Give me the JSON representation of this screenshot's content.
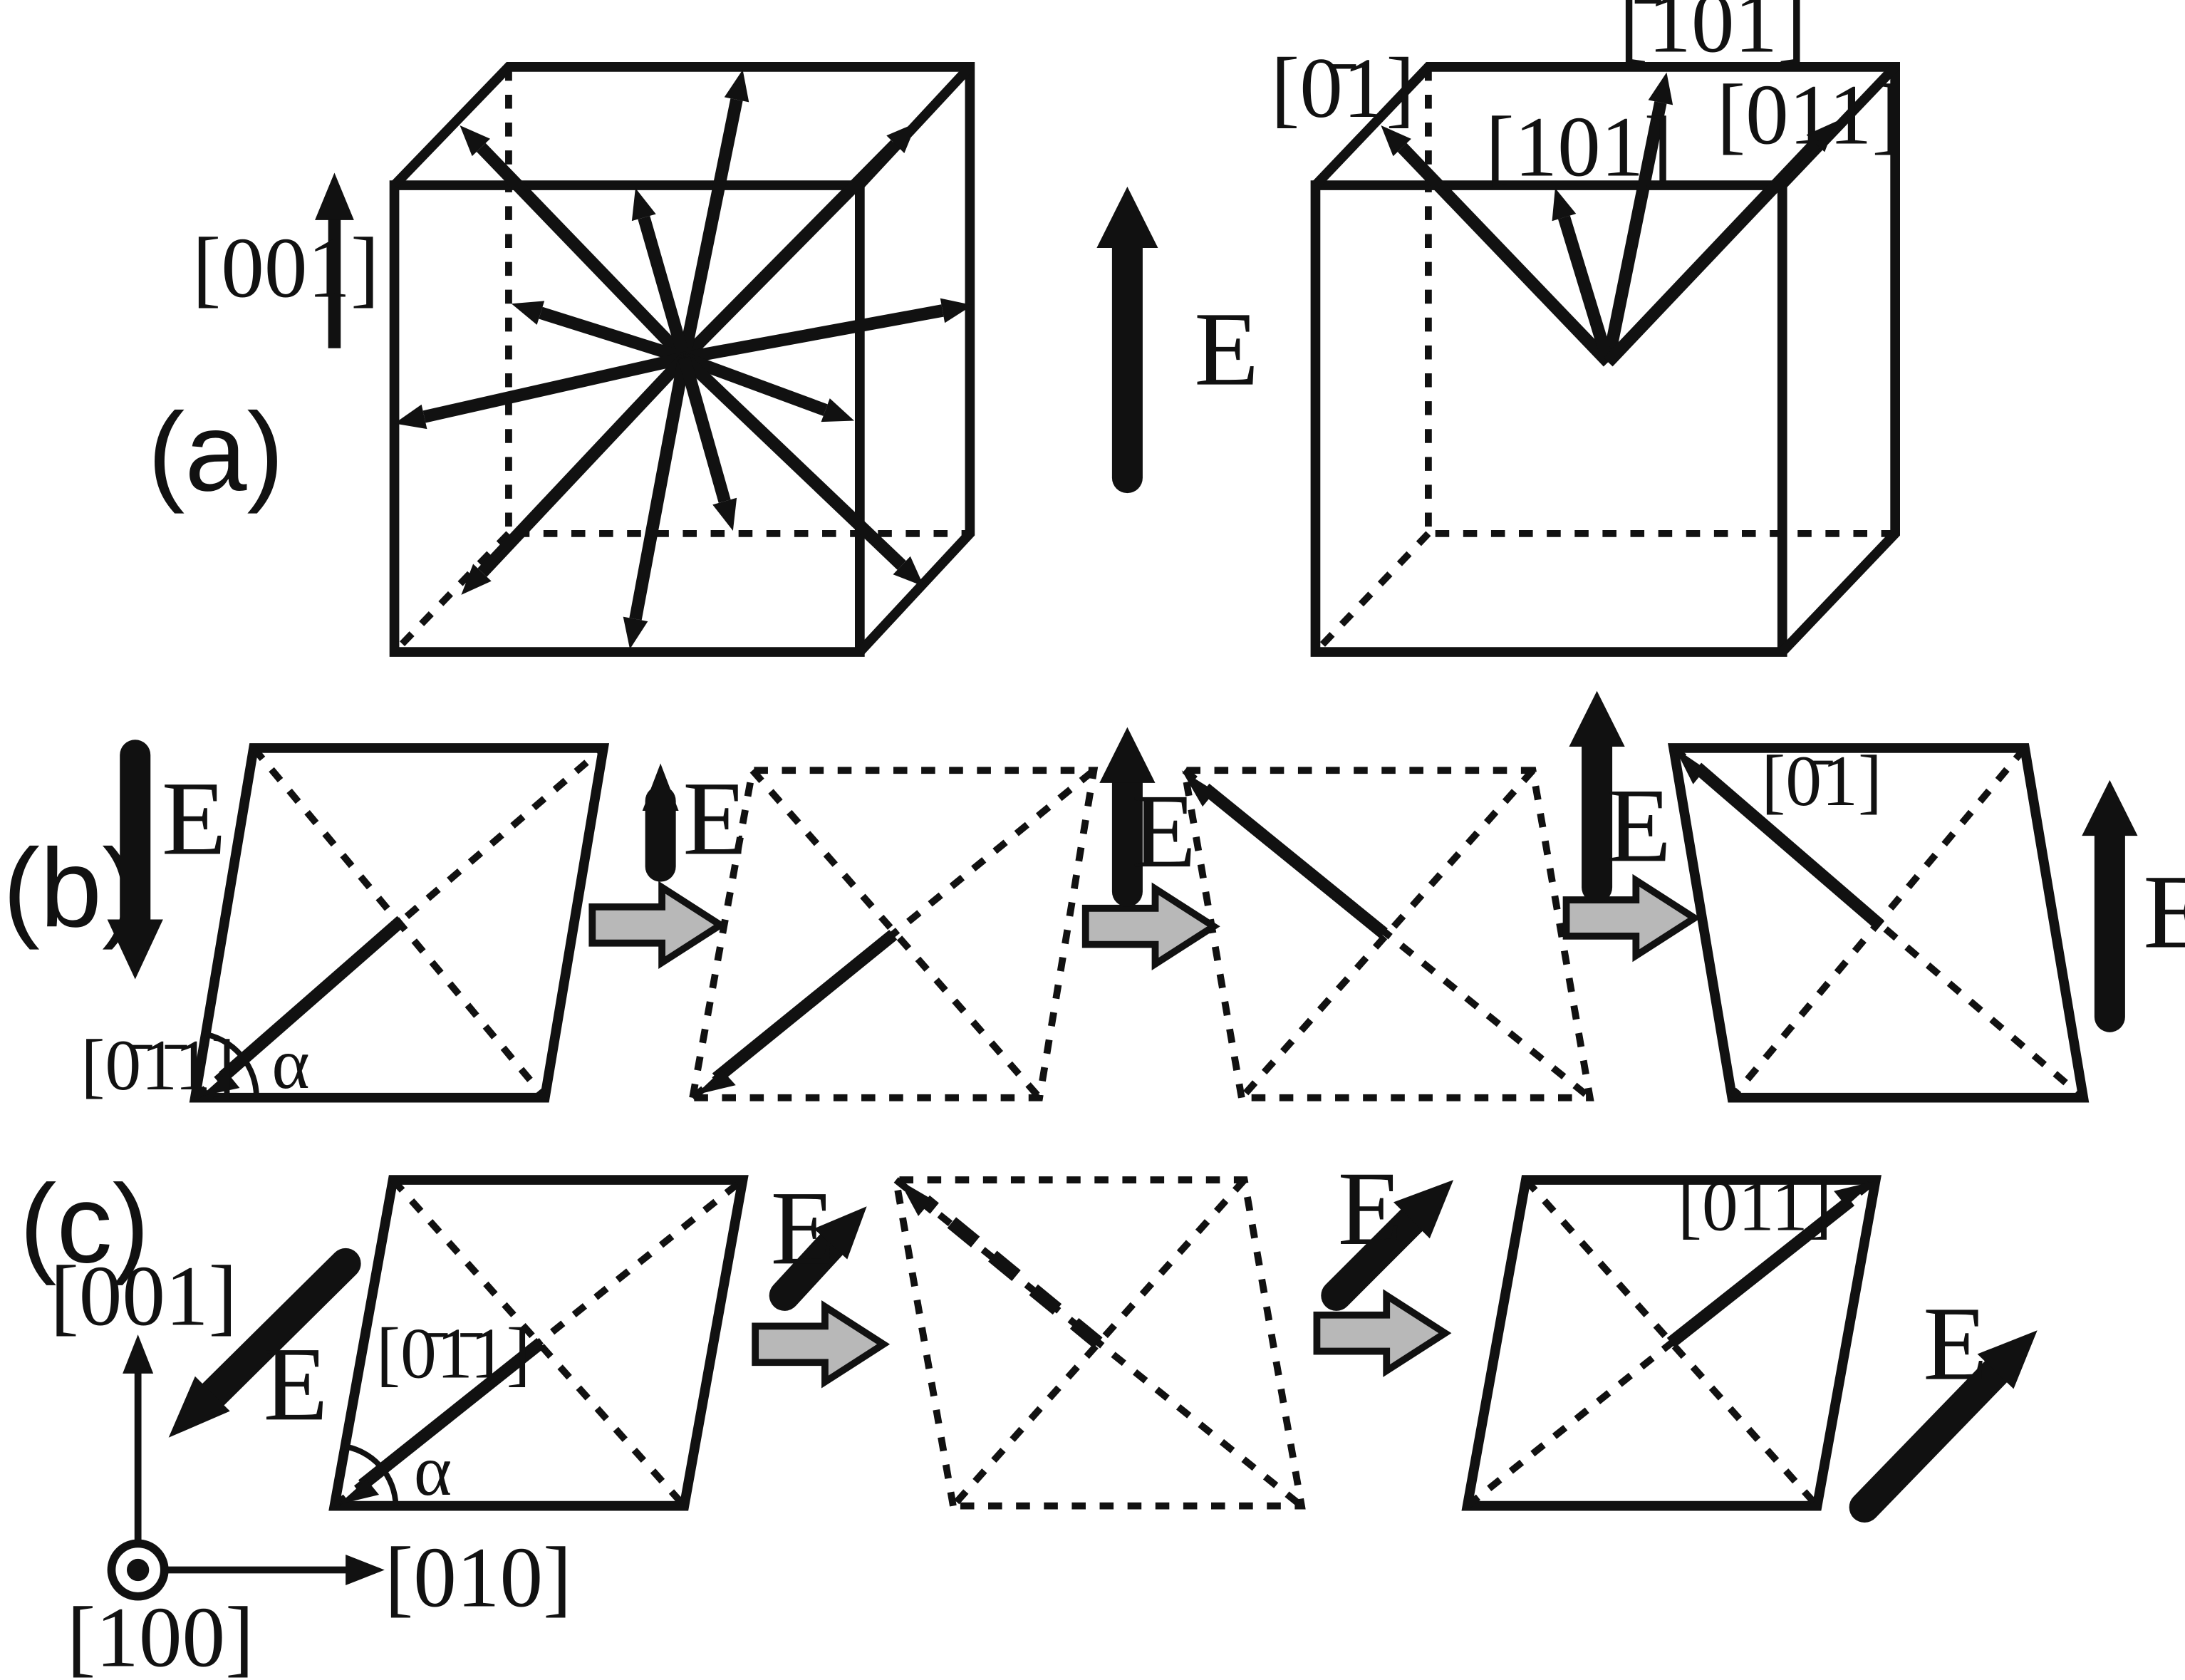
{
  "panels": {
    "a": "(a)",
    "b": "(b)",
    "c": "(c)"
  },
  "labels": {
    "dir_001": "[001]",
    "dir_010": "[010]",
    "dir_100": "[100]",
    "dir_0m11": "[0̄1]",
    "dir_m101": "[̄101]",
    "dir_101": "[101]",
    "dir_011": "[011]",
    "dir_0m1m1": "[0̄1̄1]",
    "alpha": "α",
    "field": "E"
  },
  "colors": {
    "ink": "#111111",
    "transition_arrow": "#b8b8b8"
  }
}
